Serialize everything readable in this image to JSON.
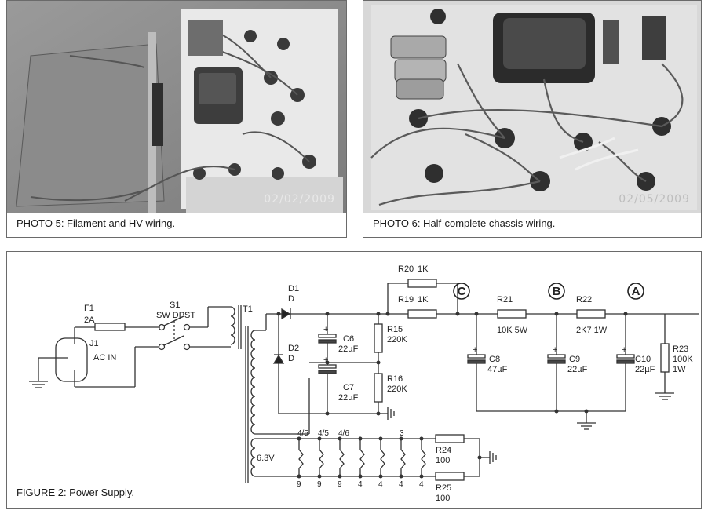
{
  "photos": [
    {
      "caption": "PHOTO 5: Filament and HV wiring.",
      "date_stamp": "02/02/2009"
    },
    {
      "caption": "PHOTO 6: Half-complete chassis wiring.",
      "date_stamp": "02/05/2009"
    }
  ],
  "figure": {
    "caption": "FIGURE 2: Power Supply.",
    "components": {
      "J1": {
        "ref": "J1",
        "value": "AC IN"
      },
      "F1": {
        "ref": "F1",
        "value": "2A"
      },
      "S1": {
        "ref": "S1",
        "value": "SW DPST"
      },
      "T1": {
        "ref": "T1",
        "secondary_label": "6.3V"
      },
      "D1": {
        "ref": "D1",
        "value": "D"
      },
      "D2": {
        "ref": "D2",
        "value": "D"
      },
      "C6": {
        "ref": "C6",
        "value": "22µF"
      },
      "C7": {
        "ref": "C7",
        "value": "22µF"
      },
      "R15": {
        "ref": "R15",
        "value": "220K"
      },
      "R16": {
        "ref": "R16",
        "value": "220K"
      },
      "R19": {
        "ref": "R19",
        "value": "1K"
      },
      "R20": {
        "ref": "R20",
        "value": "1K"
      },
      "R21": {
        "ref": "R21",
        "value": "10K 5W"
      },
      "R22": {
        "ref": "R22",
        "value": "2K7 1W"
      },
      "R23": {
        "ref": "R23",
        "value": "100K",
        "power": "1W"
      },
      "C8": {
        "ref": "C8",
        "value": "47µF"
      },
      "C9": {
        "ref": "C9",
        "value": "22µF"
      },
      "C10": {
        "ref": "C10",
        "value": "22µF"
      },
      "R24": {
        "ref": "R24",
        "value": "100"
      },
      "R25": {
        "ref": "R25",
        "value": "100"
      }
    },
    "nodes": [
      "C",
      "B",
      "A"
    ],
    "heater_top_pins": [
      "4/5",
      "4/5",
      "4/6",
      "",
      "",
      "3",
      ""
    ],
    "heater_bottom_pins": [
      "9",
      "9",
      "9",
      "4",
      "4",
      "4",
      "4"
    ],
    "plus_sign": "+"
  }
}
